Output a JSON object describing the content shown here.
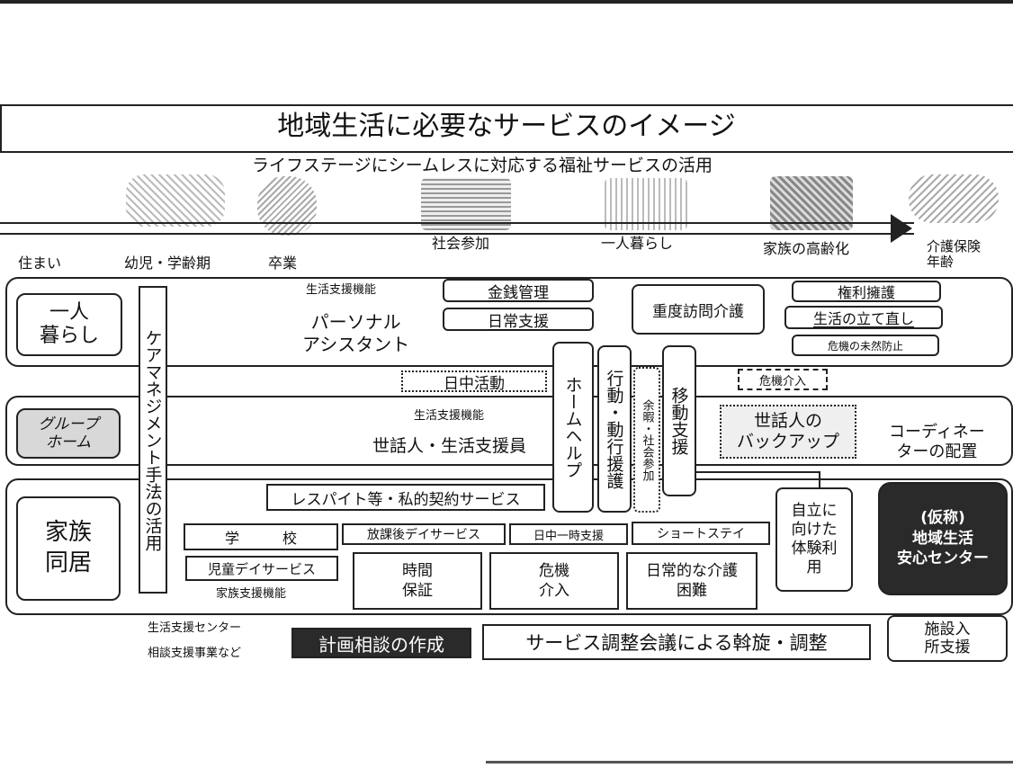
{
  "title": "地域生活に必要なサービスのイメージ",
  "subtitle": "ライフステージにシームレスに対応する福祉サービスの活用",
  "lifestages": [
    "住まい",
    "幼児・学齢期",
    "卒業",
    "社会参加",
    "一人暮らし",
    "家族の高齢化",
    "介護保険\n年齢"
  ],
  "left_labels": {
    "alone": "一人\n暮らし",
    "group_home": "グループ\nホーム",
    "family": "家族\n同居"
  },
  "care_management": "ケアマネジメント手法の活用",
  "row1": {
    "support_function": "生活支援機能",
    "personal_assistant": "パーソナル\nアシスタント",
    "money": "金銭管理",
    "daily": "日常支援",
    "heavy_visit": "重度訪問介護",
    "rights": "権利擁護",
    "rebuild": "生活の立て直し",
    "crisis_prevent": "危機の未然防止"
  },
  "daytime": "日中活動",
  "crisis_intervention": "危機介入",
  "row2": {
    "support_function": "生活支援機能",
    "caretaker": "世話人・生活支援員",
    "backup": "世話人の\nバックアップ",
    "coordinator": "コーディネー\nターの配置"
  },
  "vertical_services": {
    "home_help": "ホームヘルプ",
    "behavior": "行動・動行援護",
    "leisure": "余暇・社会参加",
    "mobility": "移動支援"
  },
  "row3": {
    "respite": "レスパイト等・私的契約サービス",
    "school": "学　　　校",
    "after_school": "放課後デイサービス",
    "one_time": "日中一時支援",
    "short_stay": "ショートステイ",
    "child_day": "児童デイサービス",
    "family_support": "家族支援機能",
    "time_guarantee": "時間\n保証",
    "crisis": "危機\n介入",
    "daily_care": "日常的な介護\n困難",
    "independence": "自立に\n向けた\n体験利\n用",
    "center": "(仮称)\n地域生活\n安心センター"
  },
  "footer": {
    "center_name": "生活支援センター",
    "consult": "相談支援事業など",
    "plan": "計画相談の作成",
    "coordination": "サービス調整会議による斡旋・調整",
    "facility": "施設入\n所支援"
  },
  "pictures": [
    "kids-illustration",
    "graduation-illustration",
    "workshop-illustration",
    "living-alone-illustration",
    "aging-family-illustration",
    "elderly-illustration"
  ]
}
